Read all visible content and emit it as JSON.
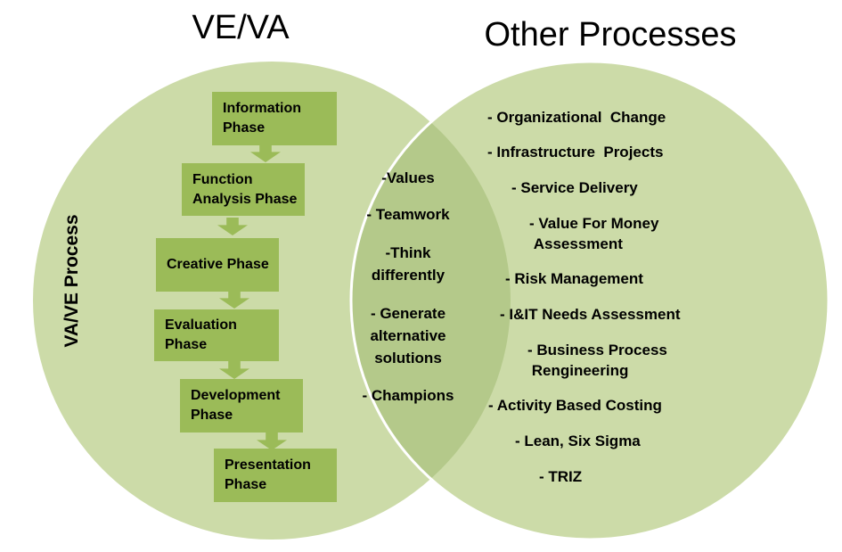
{
  "titles": {
    "left": "VE/VA",
    "right": "Other Processes"
  },
  "left_circle": {
    "side_label": "VA/VE Process",
    "phases": [
      {
        "name": "information-phase",
        "lines": [
          "Information",
          "Phase"
        ]
      },
      {
        "name": "function-analysis-phase",
        "lines": [
          "Function",
          "Analysis Phase"
        ]
      },
      {
        "name": "creative-phase",
        "lines": [
          "Creative Phase"
        ]
      },
      {
        "name": "evaluation-phase",
        "lines": [
          "Evaluation",
          "Phase"
        ]
      },
      {
        "name": "development-phase",
        "lines": [
          "Development",
          "Phase"
        ]
      },
      {
        "name": "presentation-phase",
        "lines": [
          "Presentation",
          "Phase"
        ]
      }
    ]
  },
  "intersection": {
    "items": [
      {
        "lines": [
          "-Values"
        ]
      },
      {
        "lines": [
          "- Teamwork"
        ]
      },
      {
        "lines": [
          "-Think",
          "differently"
        ]
      },
      {
        "lines": [
          "- Generate",
          "alternative",
          "solutions"
        ]
      },
      {
        "lines": [
          "- Champions"
        ]
      }
    ]
  },
  "right_circle": {
    "items": [
      {
        "lines": [
          "- Organizational  Change"
        ]
      },
      {
        "lines": [
          "- Infrastructure  Projects"
        ]
      },
      {
        "lines": [
          "- Service Delivery"
        ]
      },
      {
        "lines": [
          "- Value For Money",
          " Assessment"
        ]
      },
      {
        "lines": [
          "- Risk Management"
        ]
      },
      {
        "lines": [
          "- I&IT Needs Assessment"
        ]
      },
      {
        "lines": [
          "- Business Process",
          " Rengineering"
        ]
      },
      {
        "lines": [
          "- Activity Based Costing"
        ]
      },
      {
        "lines": [
          "- Lean, Six Sigma"
        ]
      },
      {
        "lines": [
          "- TRIZ"
        ]
      }
    ]
  },
  "colors": {
    "circle_fill": "#ccdba8",
    "intersection_fill": "#b4c98a",
    "box_fill": "#9bbb58",
    "outline": "#ffffff",
    "text": "#000000"
  }
}
